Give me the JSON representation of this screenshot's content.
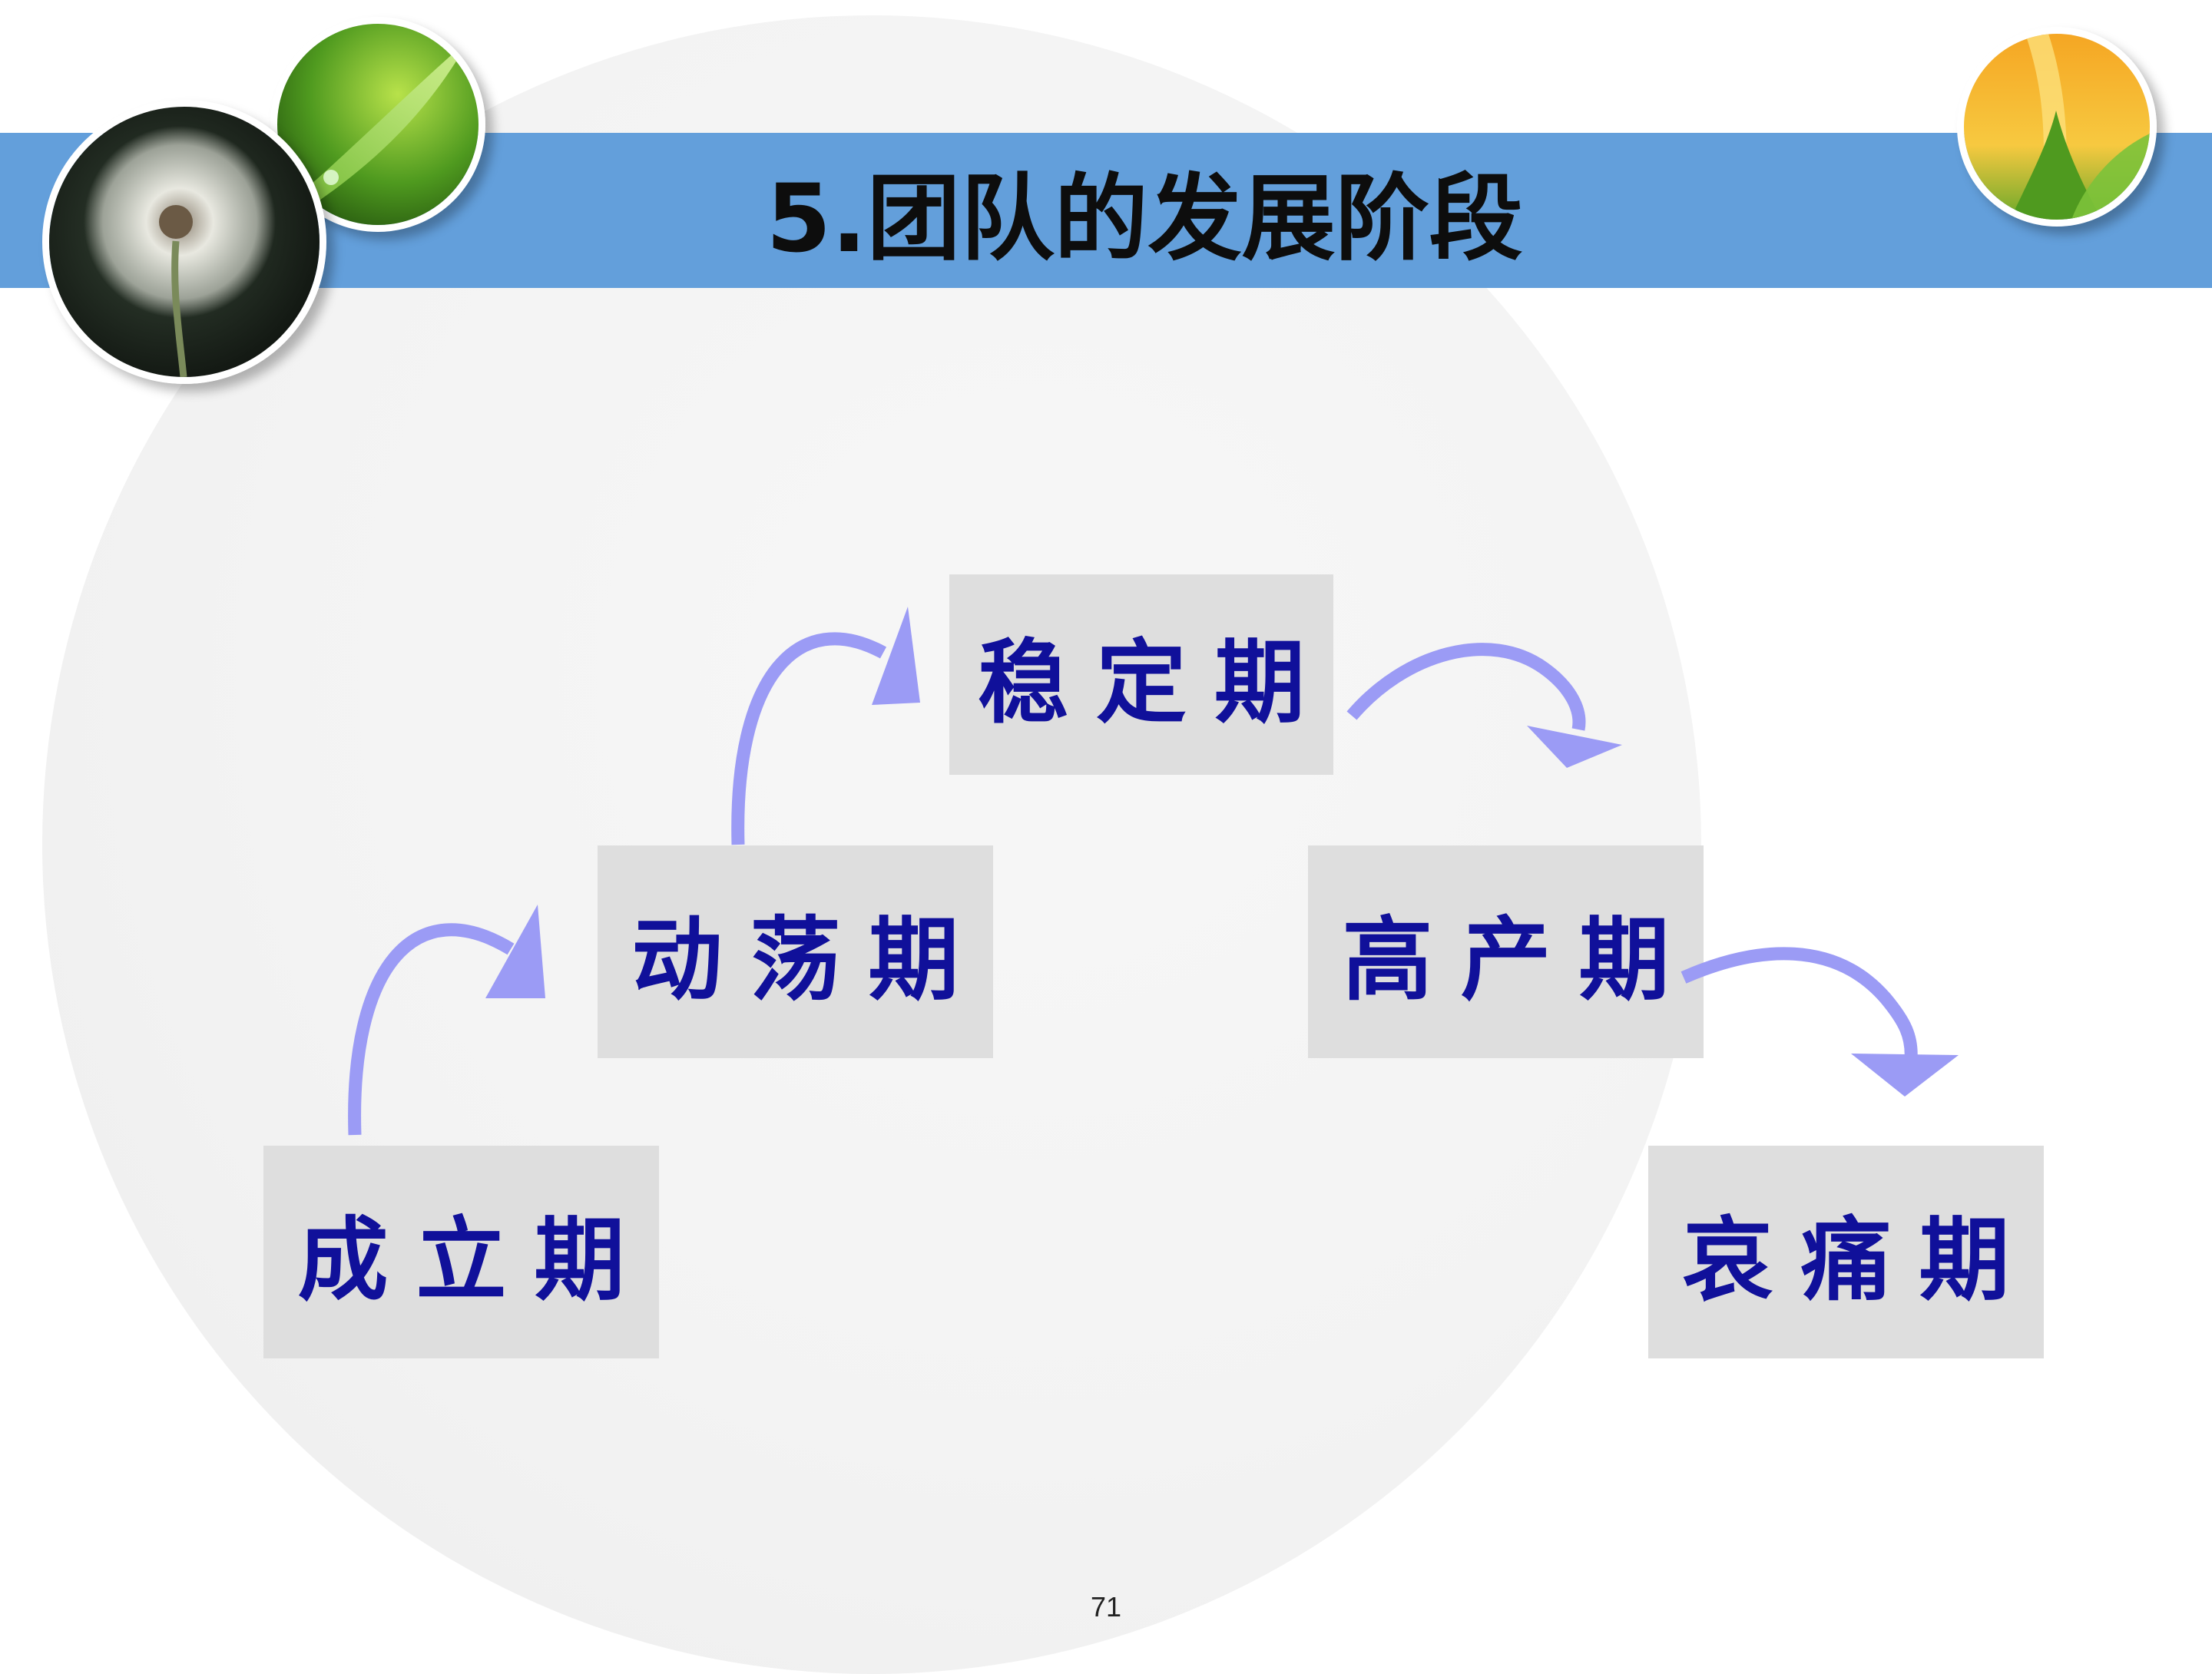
{
  "slide": {
    "title": "5.团队的发展阶段",
    "page_number": "71"
  },
  "colors": {
    "title_band": "#639fdb",
    "box_fill": "#dedede",
    "stage_text": "#10109a",
    "arrow": "#9b9bf5"
  },
  "stages": [
    {
      "id": "forming",
      "label": "成立期"
    },
    {
      "id": "storming",
      "label": "动荡期"
    },
    {
      "id": "norming",
      "label": "稳定期"
    },
    {
      "id": "performing",
      "label": "高产期"
    },
    {
      "id": "mourning",
      "label": "哀痛期"
    }
  ],
  "decorations": [
    "dandelion-photo",
    "green-leaf-photo",
    "tulip-photo"
  ]
}
